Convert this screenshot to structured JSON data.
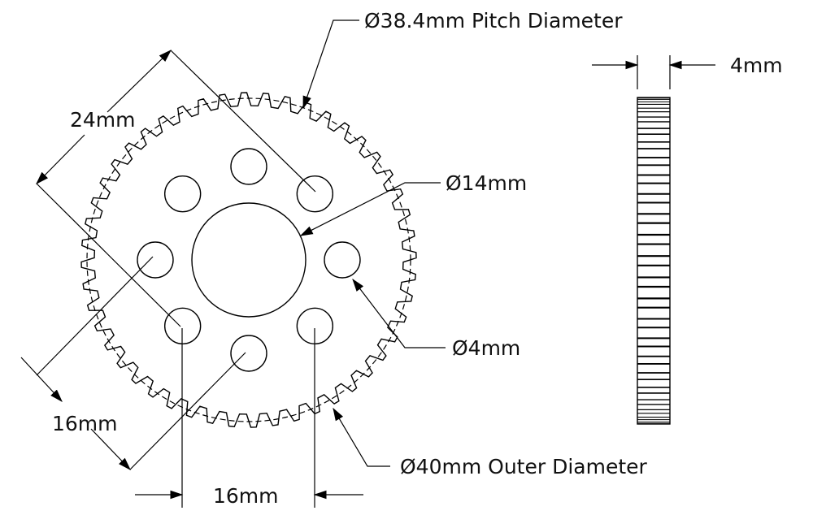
{
  "labels": {
    "pitch_diameter": "Ø38.4mm Pitch Diameter",
    "bore_diameter": "Ø14mm",
    "hole_diameter": "Ø4mm",
    "outer_diameter": "Ø40mm Outer Diameter",
    "thickness": "4mm",
    "diagonal_spacing": "24mm",
    "angled_spacing": "16mm",
    "horizontal_spacing": "16mm"
  },
  "gear": {
    "tooth_count": 48,
    "mounting_hole_count": 8
  },
  "colors": {
    "line": "#000000",
    "background": "#ffffff"
  }
}
